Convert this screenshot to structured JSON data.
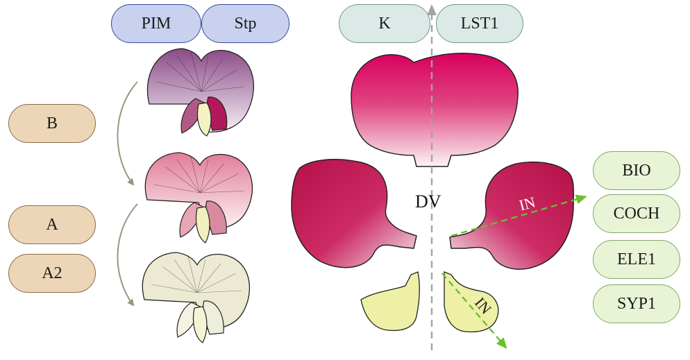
{
  "top_labels": [
    "PIM",
    "Stp",
    "K",
    "LST1"
  ],
  "left_labels": [
    "B",
    "A",
    "A2"
  ],
  "right_labels": [
    "BIO",
    "COCH",
    "ELE1",
    "SYP1"
  ],
  "axis_labels": {
    "dorsoventral": "DV",
    "internal_1": "IN",
    "internal_2": "IN"
  },
  "colors": {
    "top_blue_fill": "#c9d1ee",
    "top_blue_border": "#334a9c",
    "top_teal_fill": "#dde9e7",
    "top_teal_border": "#6f958f",
    "left_fill": "#ecd6b7",
    "left_border": "#8a6a45",
    "right_fill": "#e8f4d5",
    "right_border": "#84a865",
    "petal_magenta": "#d8005f",
    "petal_crimson": "#b7124a",
    "keel_yellow": "#ecefa8",
    "arrow_green": "#6abf2a",
    "axis_gray": "#9a9a9a"
  }
}
